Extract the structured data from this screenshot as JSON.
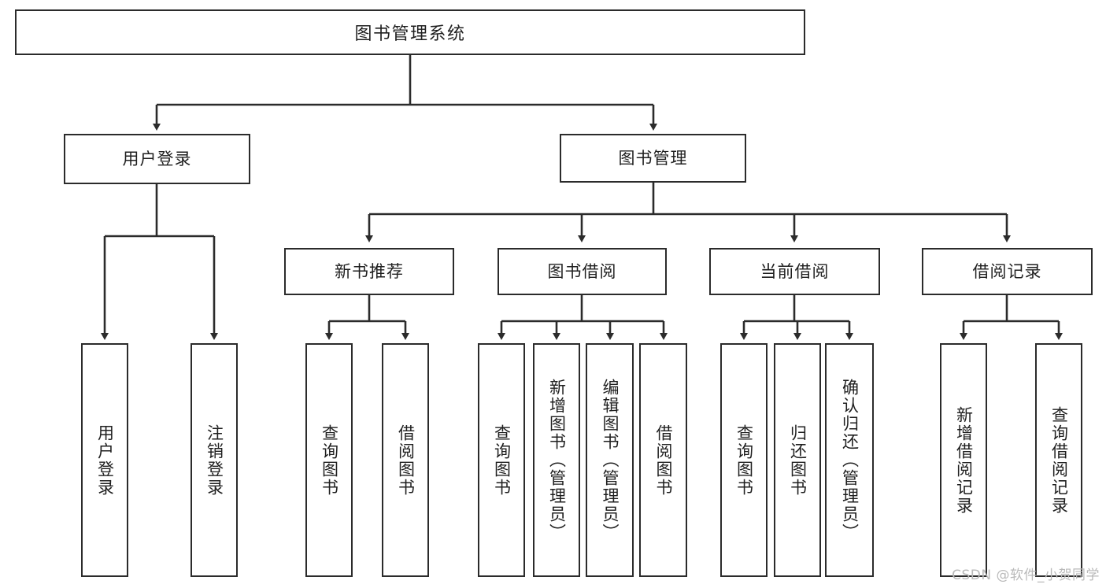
{
  "diagram": {
    "title": "图书管理系统",
    "type": "tree",
    "watermark": "CSDN @软件_小贺同学",
    "colors": {
      "box_border": "#2b2b2b",
      "box_fill": "#ffffff",
      "edge": "#2b2b2b",
      "text": "#1f1f1f",
      "watermark": "#b9b9b9"
    },
    "nodes": {
      "root": {
        "label": "图书管理系统"
      },
      "level2": [
        {
          "id": "user-login",
          "label": "用户登录"
        },
        {
          "id": "book-manage",
          "label": "图书管理"
        }
      ],
      "level3": [
        {
          "id": "new-book-recommend",
          "label": "新书推荐"
        },
        {
          "id": "book-borrow",
          "label": "图书借阅"
        },
        {
          "id": "current-borrow",
          "label": "当前借阅"
        },
        {
          "id": "borrow-record",
          "label": "借阅记录"
        }
      ],
      "leaves": {
        "user-login": [
          {
            "id": "leaf-user-login",
            "label": "用户登录"
          },
          {
            "id": "leaf-logout-login",
            "label": "注销登录"
          }
        ],
        "new-book-recommend": [
          {
            "id": "leaf-query-book-1",
            "label": "查询图书"
          },
          {
            "id": "leaf-borrow-book-1",
            "label": "借阅图书"
          }
        ],
        "book-borrow": [
          {
            "id": "leaf-query-book-2",
            "label": "查询图书"
          },
          {
            "id": "leaf-add-book",
            "label": "新增图书（管理员）"
          },
          {
            "id": "leaf-edit-book",
            "label": "编辑图书（管理员）"
          },
          {
            "id": "leaf-borrow-book-2",
            "label": "借阅图书"
          }
        ],
        "current-borrow": [
          {
            "id": "leaf-query-book-3",
            "label": "查询图书"
          },
          {
            "id": "leaf-return-book",
            "label": "归还图书"
          },
          {
            "id": "leaf-confirm-return",
            "label": "确认归还（管理员）"
          }
        ],
        "borrow-record": [
          {
            "id": "leaf-add-record",
            "label": "新增借阅记录"
          },
          {
            "id": "leaf-query-record",
            "label": "查询借阅记录"
          }
        ]
      }
    }
  }
}
